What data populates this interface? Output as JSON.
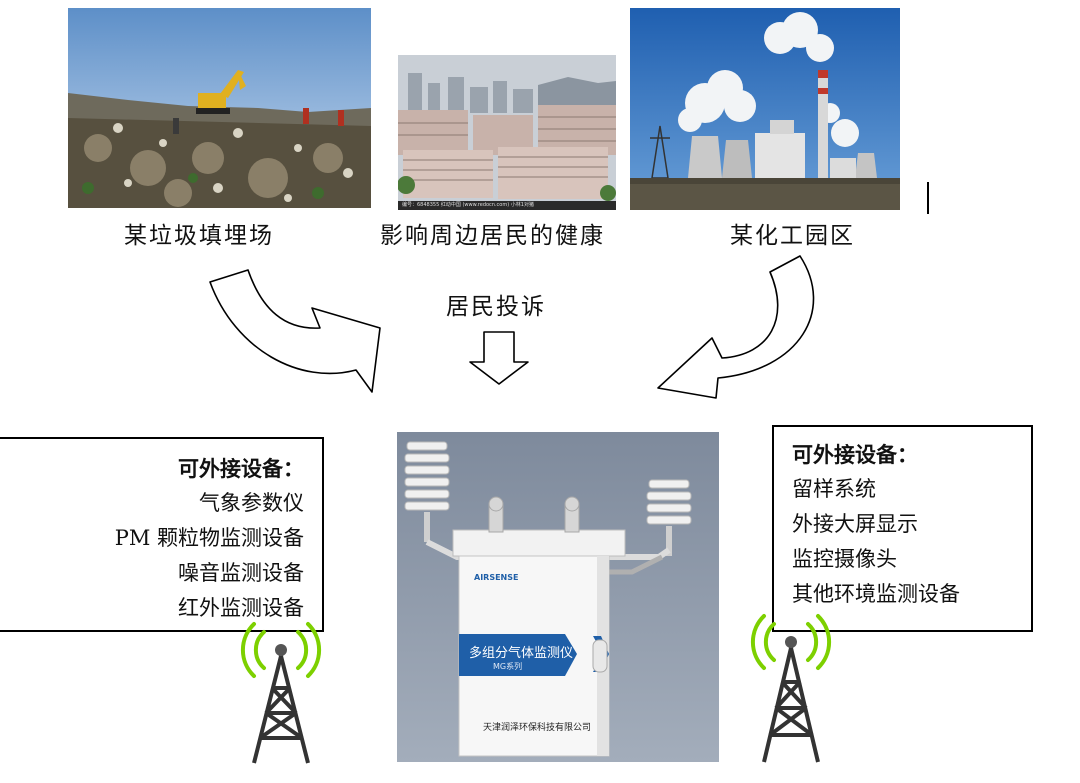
{
  "photos": {
    "landfill": {
      "caption": "某垃圾填埋场"
    },
    "city": {
      "caption": "影响周边居民的健康",
      "watermark": "编号：6848355   红动中国 (www.redocn.com)   小林1对猪"
    },
    "chemical": {
      "caption": "某化工园区"
    }
  },
  "complaint_label": "居民投诉",
  "left_box": {
    "title": "可外接设备：",
    "items": [
      "气象参数仪",
      "PM 颗粒物监测设备",
      "噪音监测设备",
      "红外监测设备"
    ]
  },
  "right_box": {
    "title": "可外接设备：",
    "items": [
      "留样系统",
      "外接大屏显示",
      "监控摄像头",
      "其他环境监测设备"
    ]
  },
  "device": {
    "brand": "AIRSENSE",
    "product_name": "多组分气体监测仪",
    "series": "MG系列",
    "company": "天津润泽环保科技有限公司"
  },
  "colors": {
    "device_bg": "#8a96a6",
    "device_blue": "#1f5fa8",
    "sky": "#3a78c0"
  },
  "icons": [
    "radio-tower-icon",
    "curved-arrow-icon",
    "down-arrow-icon"
  ]
}
